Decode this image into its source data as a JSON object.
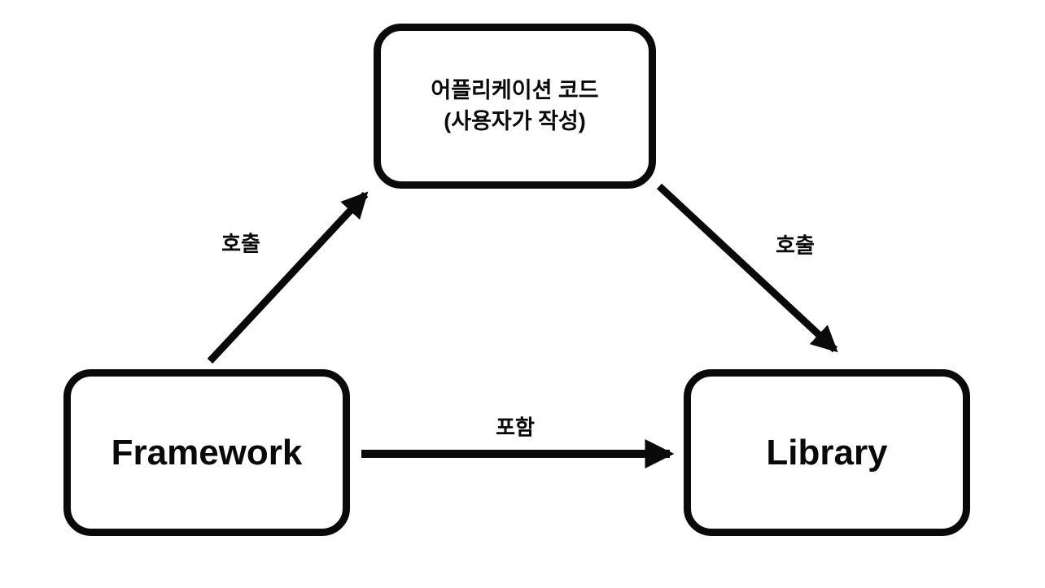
{
  "diagram": {
    "background_color": "#ffffff",
    "stroke_color": "#0a0a0a",
    "nodes": {
      "app_code": {
        "line1": "어플리케이션 코드",
        "line2": "(사용자가 작성)"
      },
      "framework": {
        "label": "Framework"
      },
      "library": {
        "label": "Library"
      }
    },
    "edges": {
      "framework_to_app": {
        "label": "호출",
        "from": "Framework",
        "to": "어플리케이션 코드"
      },
      "app_to_library": {
        "label": "호출",
        "from": "어플리케이션 코드",
        "to": "Library"
      },
      "framework_to_library": {
        "label": "포함",
        "from": "Framework",
        "to": "Library"
      }
    }
  }
}
